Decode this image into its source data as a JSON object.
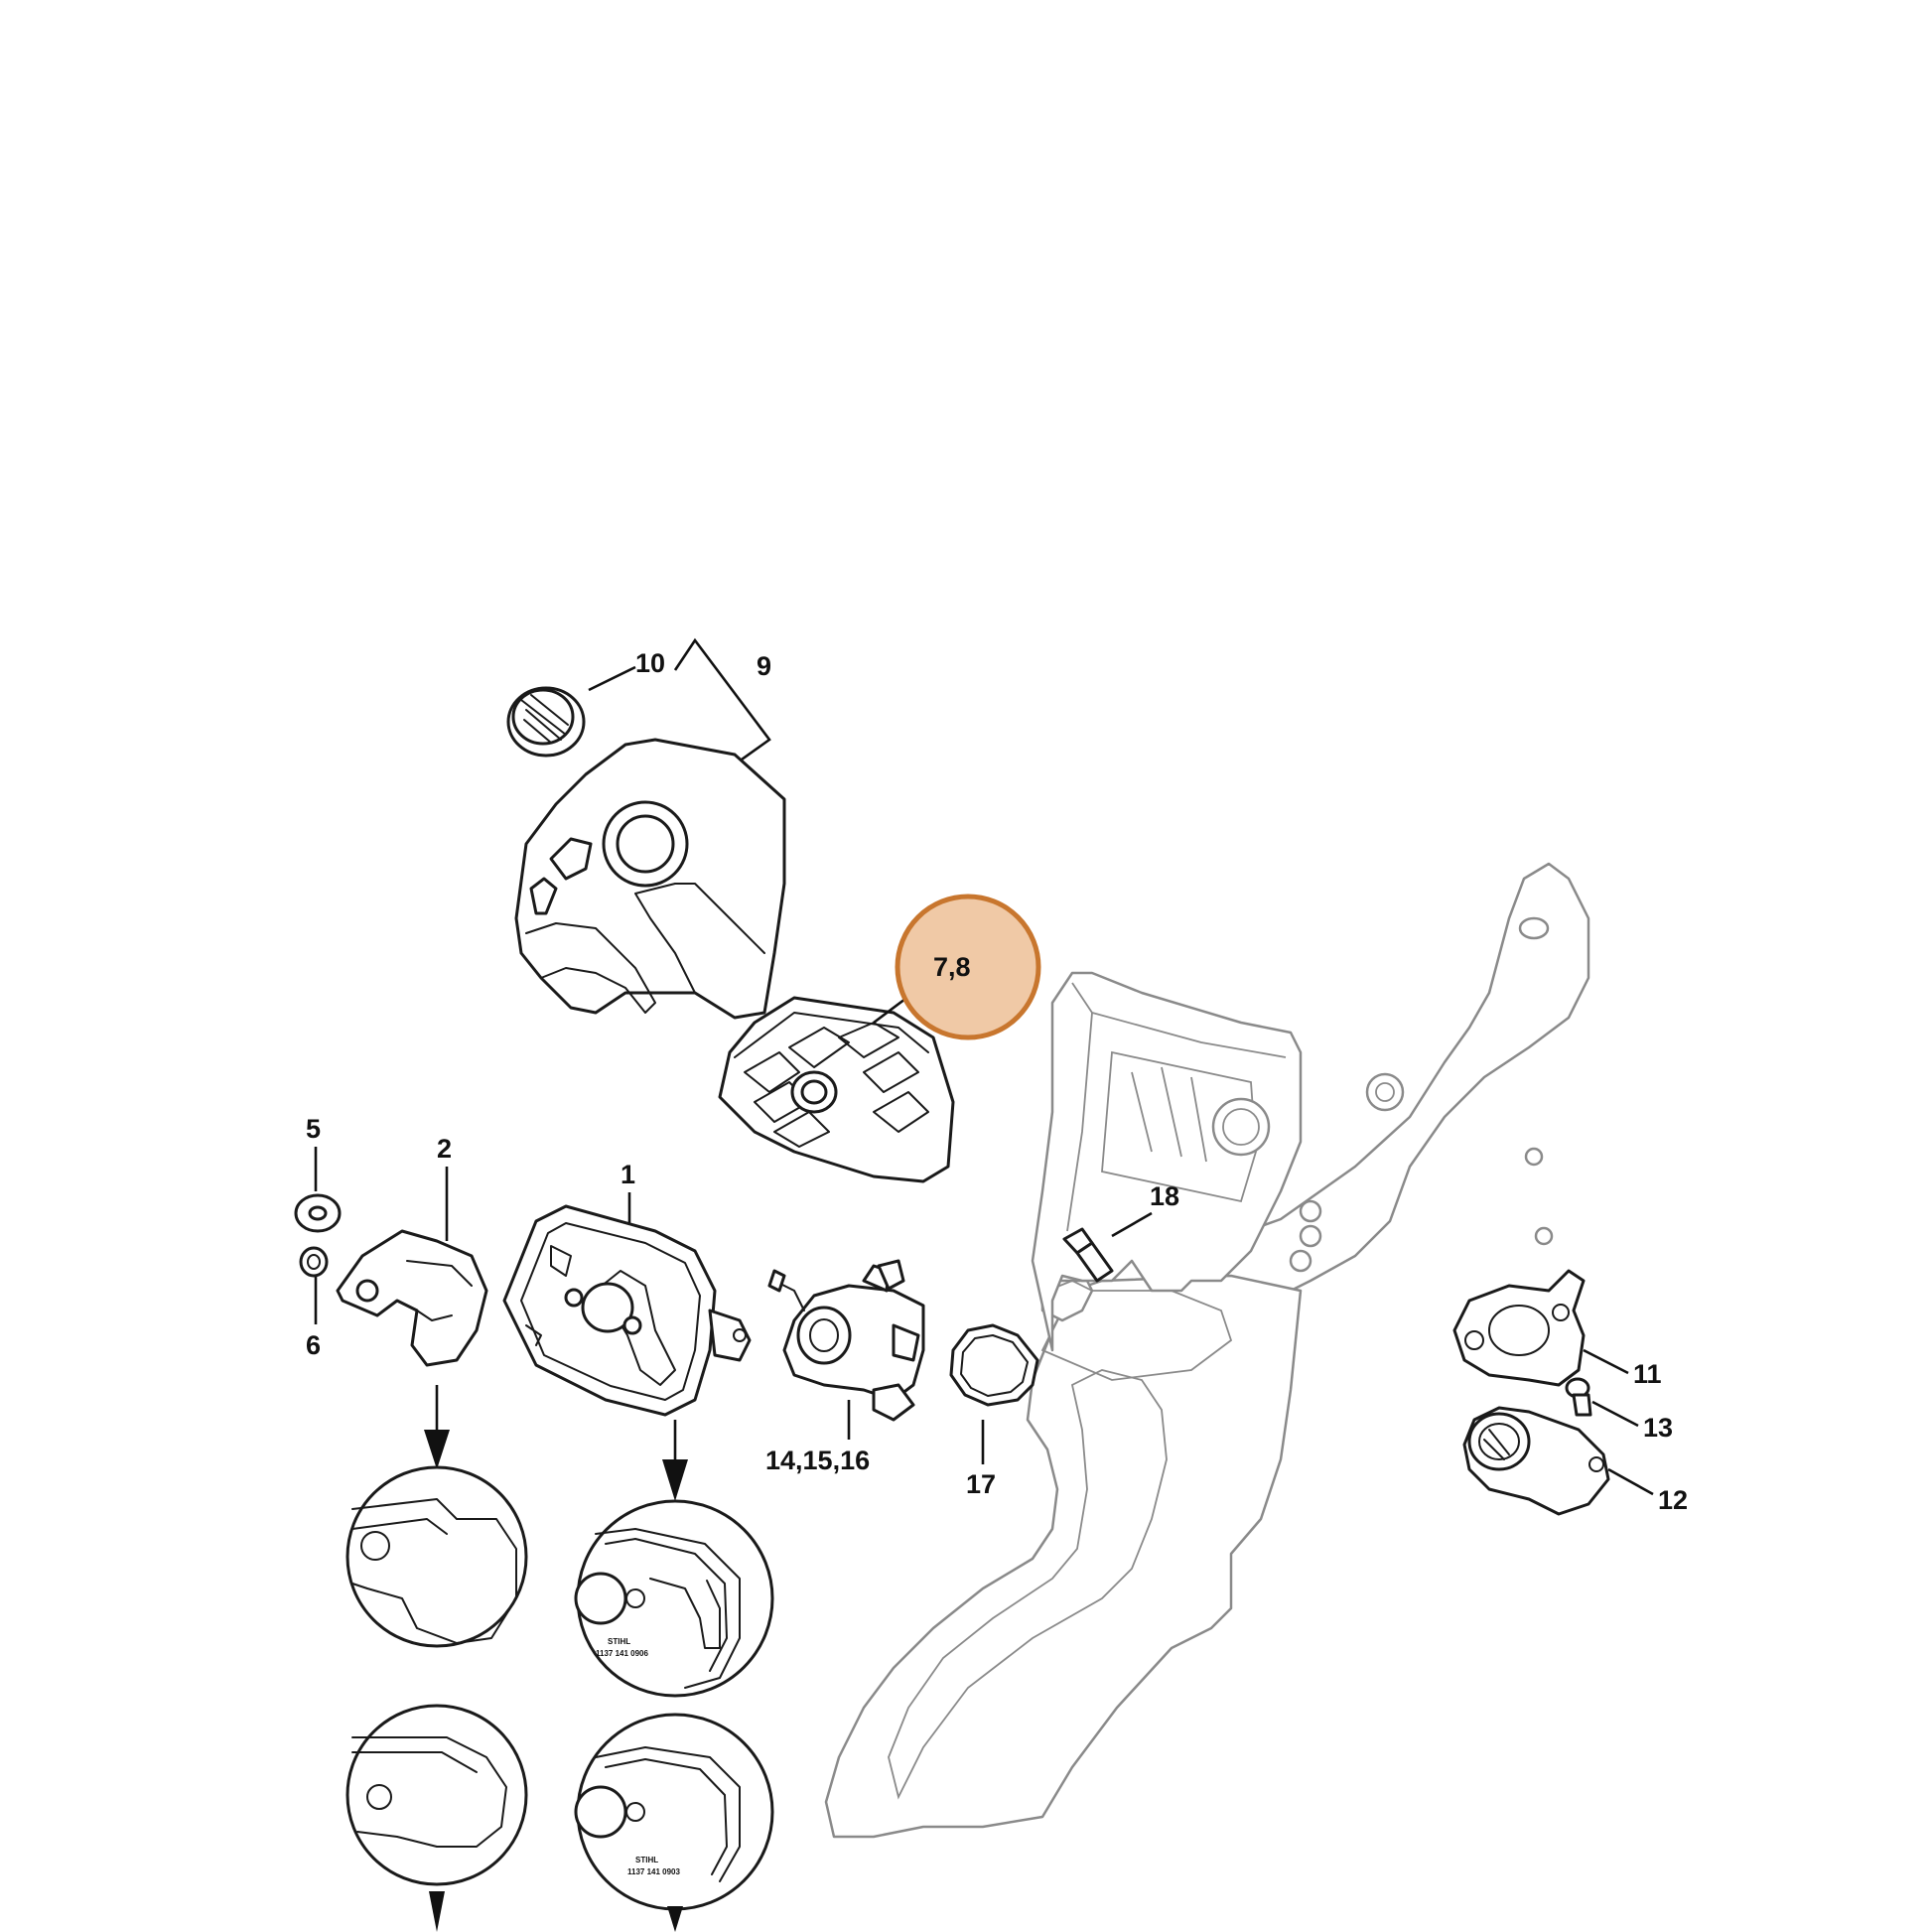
{
  "callouts": {
    "c10": "10",
    "c9": "9",
    "c7_8": "7,8",
    "c5": "5",
    "c2": "2",
    "c1": "1",
    "c6": "6",
    "c18": "18",
    "c14_15_16": "14,15,16",
    "c17": "17",
    "c11": "11",
    "c13": "13",
    "c12": "12"
  },
  "detail_labels": {
    "upper_brand": "STIHL",
    "upper_part_no": "1137 141 0906",
    "lower_brand": "STIHL",
    "lower_part_no": "1137 141 0903"
  },
  "colors": {
    "highlight_fill": "#f0c9a6",
    "highlight_stroke": "#c8762e",
    "line": "#1a1a1a",
    "handle_line": "#8a8a8a"
  }
}
